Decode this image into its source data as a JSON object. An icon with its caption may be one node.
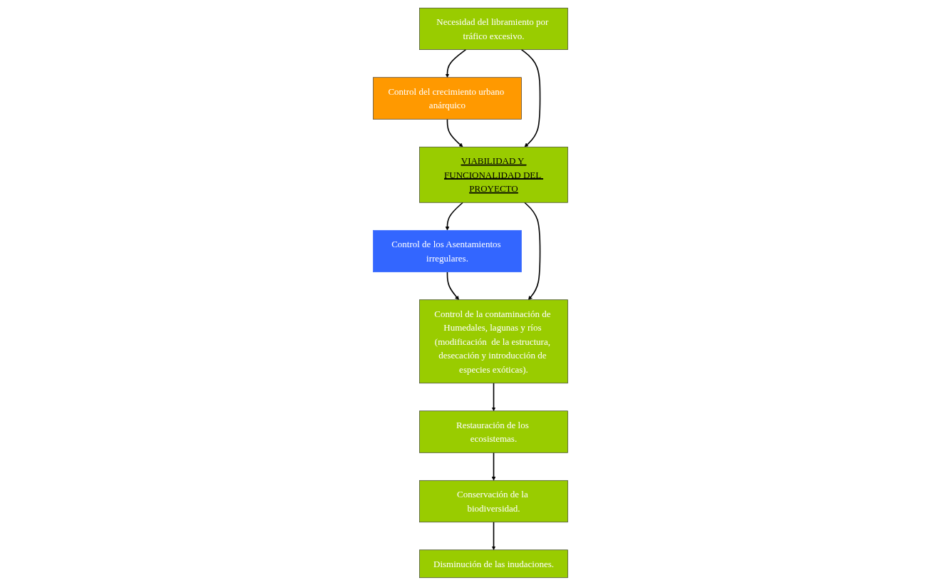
{
  "diagram": {
    "nodes": [
      {
        "text": [
          "VIABILIDAD Y FUNCIONALIDAD DEL PROYECTO"
        ]
      },
      {
        "text": [
          "Control de los Asentamientos irregulares."
        ]
      },
      {
        "text": [
          "Control del crecimiento urbano anárquico"
        ]
      },
      {
        "text": [
          "Necesidad del libramiento por tráfico excesivo."
        ]
      },
      {
        "text": [
          "Control de la contaminación de Humedales, lagunas y ríos (modificación  de la estructura, desecación y introducción de especies exóticas)."
        ]
      },
      {
        "text": [
          "Disminución de las inudaciones."
        ]
      },
      {
        "text": [
          "Restauración de los ecosistemas."
        ]
      },
      {
        "text": [
          "Conservación de la biodiversidad."
        ]
      }
    ],
    "edges": [
      {
        "from": 0,
        "to": 1,
        "arrow": "to"
      },
      {
        "from": 1,
        "to": 4,
        "arrow": "to"
      },
      {
        "from": 0,
        "to": 4,
        "arrow": "to"
      },
      {
        "from": 2,
        "to": 0,
        "arrow": "to"
      },
      {
        "from": 3,
        "to": 0,
        "arrow": "to"
      },
      {
        "from": 3,
        "to": 2,
        "arrow": "to"
      },
      {
        "from": 4,
        "to": 6,
        "arrow": "to"
      },
      {
        "from": 6,
        "to": 7,
        "arrow": "to"
      },
      {
        "from": 7,
        "to": 5,
        "arrow": "to"
      }
    ]
  }
}
